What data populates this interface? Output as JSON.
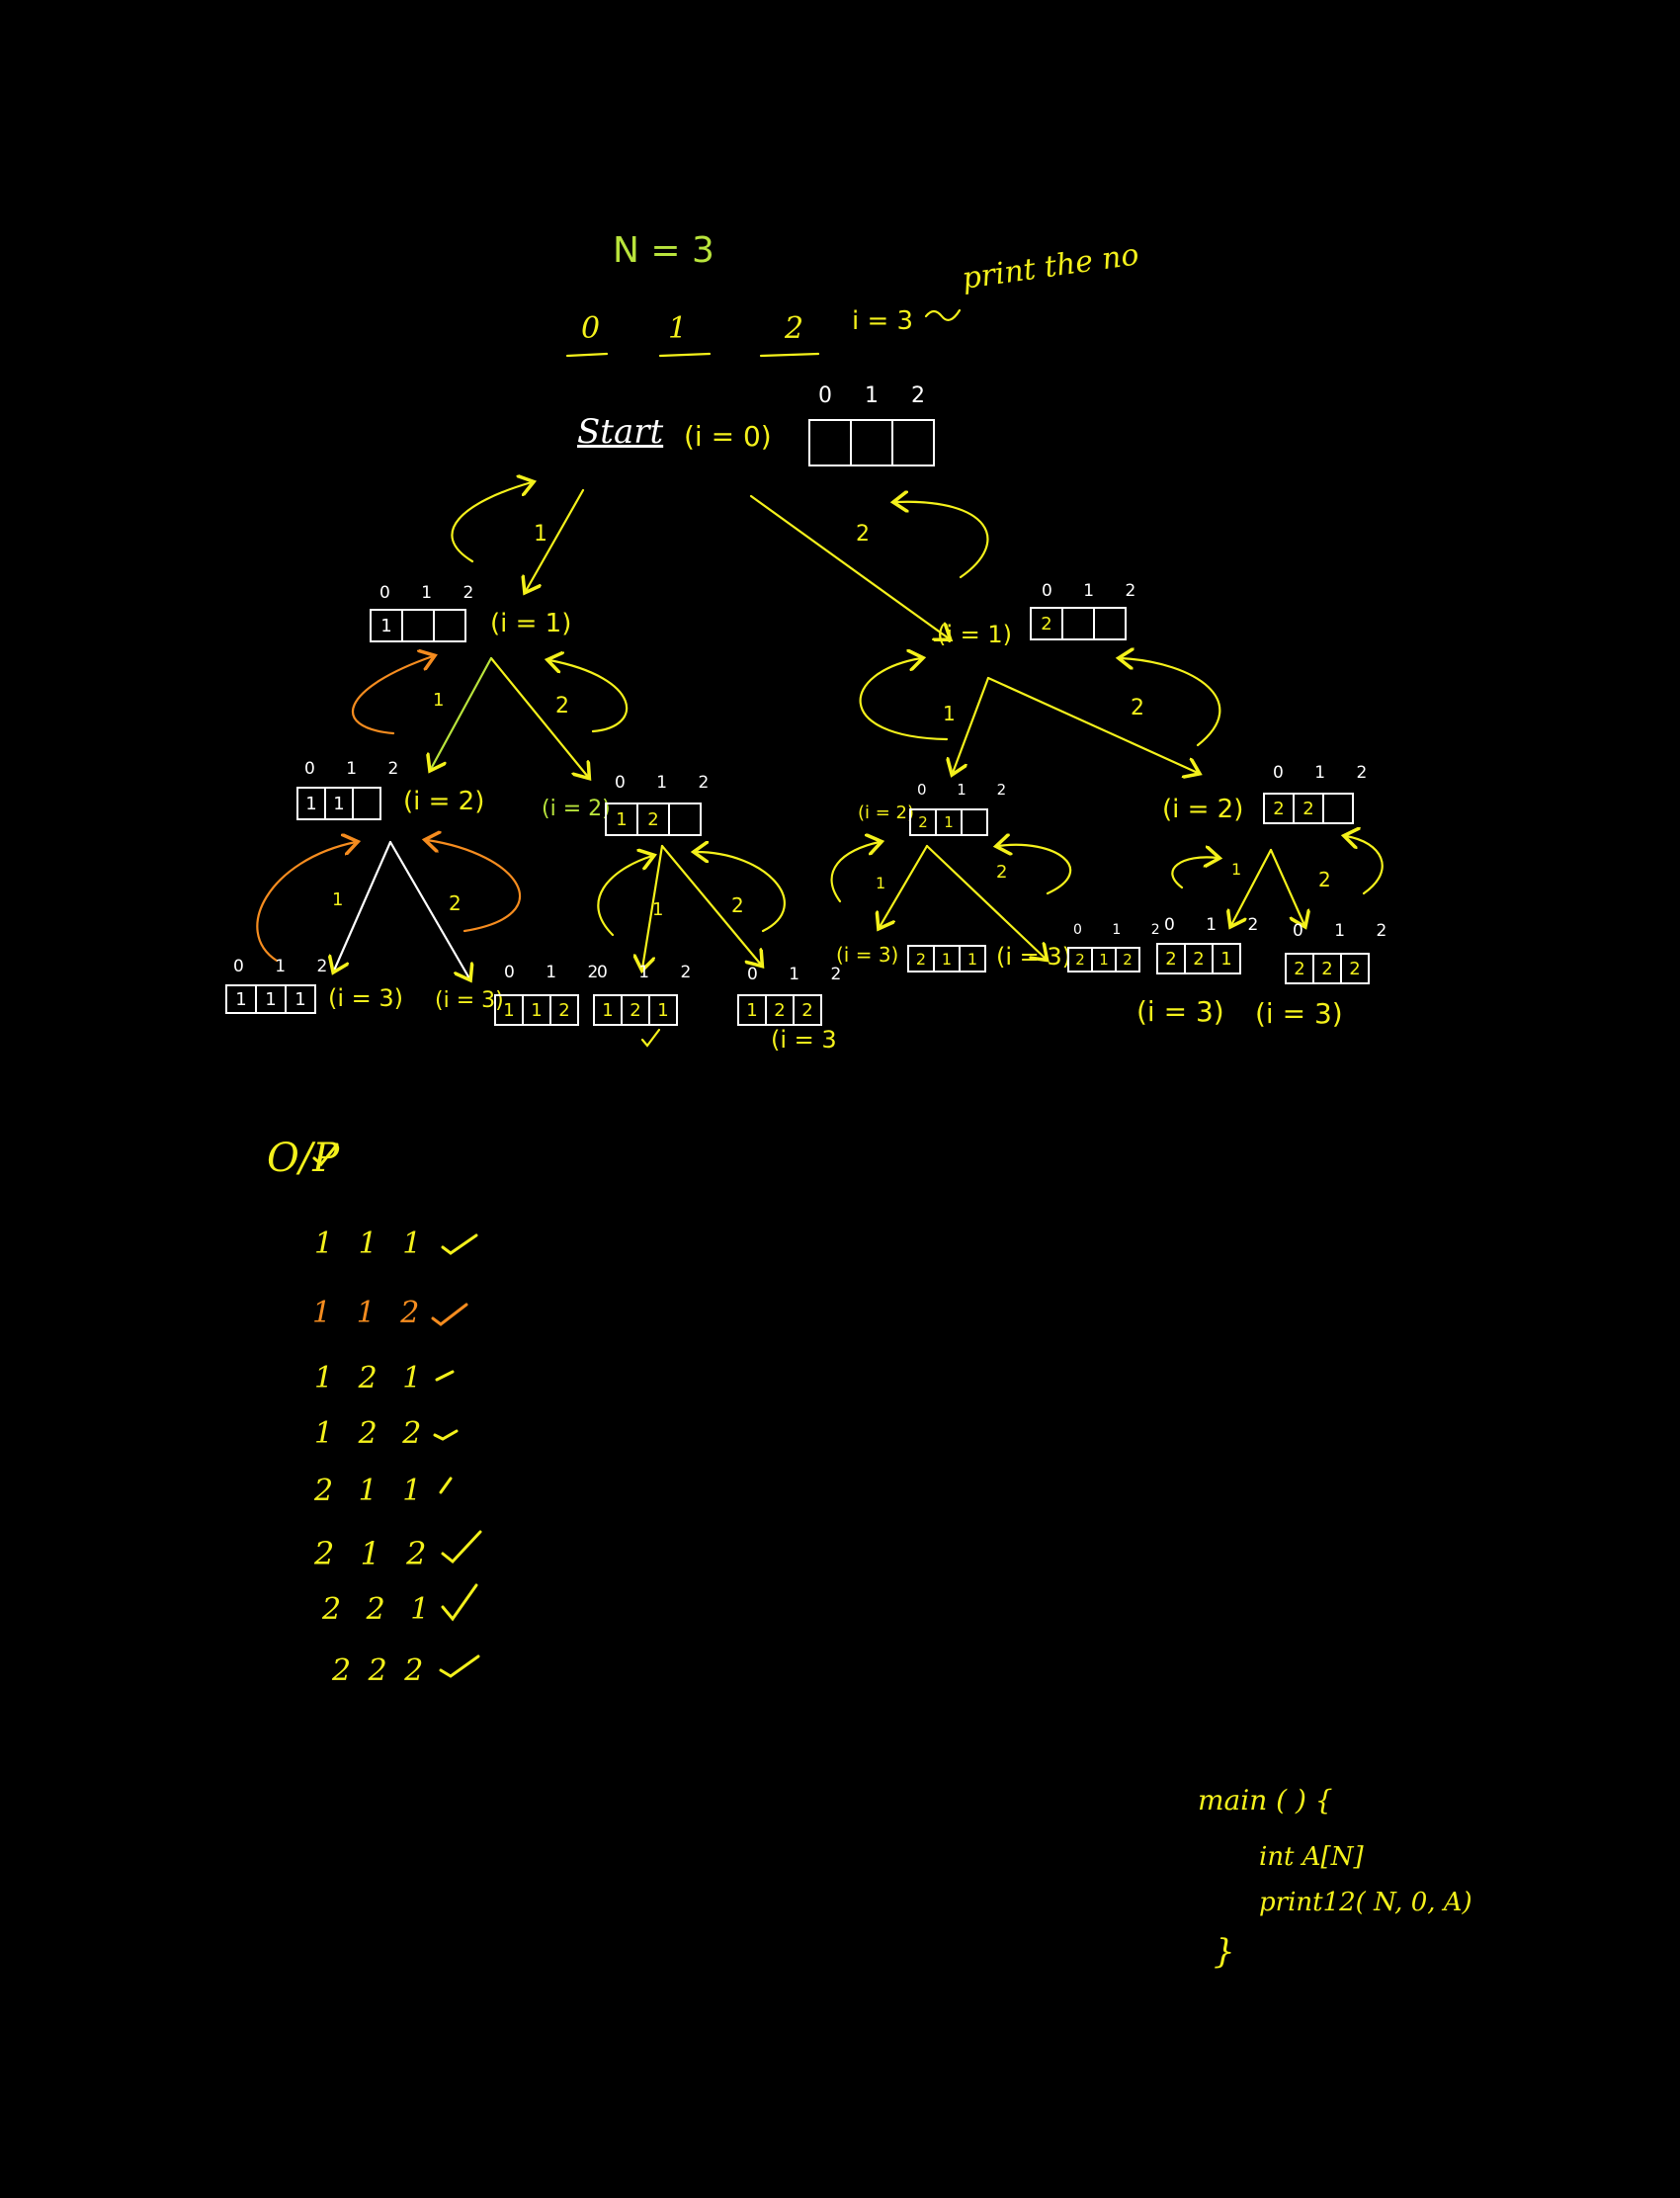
{
  "header": {
    "n_label": "N = 3",
    "slots": [
      "0",
      "1",
      "2"
    ],
    "base_case": "i = 3",
    "base_case_note": "print the no"
  },
  "root": {
    "label": "Start",
    "call": "(i = 0)",
    "indices": "0 1 2",
    "cells": [
      "",
      "",
      ""
    ]
  },
  "edge_labels": {
    "root_left": "1",
    "root_right": "2",
    "l1_left": "1",
    "l1_right": "2",
    "r1_left": "1",
    "r1_right": "2",
    "l2a_left": "1",
    "l2a_right": "2",
    "l2b_left": "1",
    "l2b_right": "2",
    "r2a_left": "1",
    "r2a_right": "2",
    "r2b_left": "1",
    "r2b_right": "2"
  },
  "level1": {
    "left": {
      "indices": "0 1 2",
      "cells": [
        "1",
        "",
        ""
      ],
      "call": "(i = 1)"
    },
    "right": {
      "indices": "0 1 2",
      "cells": [
        "2",
        "",
        ""
      ],
      "call": "(i = 1)"
    }
  },
  "level2": {
    "ll": {
      "indices": "0 1 2",
      "cells": [
        "1",
        "1",
        ""
      ],
      "call": "(i = 2)"
    },
    "lr": {
      "indices": "0 1 2",
      "cells": [
        "1",
        "2",
        ""
      ],
      "call": "(i = 2)"
    },
    "rl": {
      "indices": "0 1 2",
      "cells": [
        "2",
        "1",
        ""
      ],
      "call": "(i = 2)"
    },
    "rr": {
      "indices": "0 1 2",
      "cells": [
        "2",
        "2",
        ""
      ],
      "call": "(i = 2)"
    }
  },
  "leaves": [
    {
      "indices": "0 1 2",
      "cells": [
        "1",
        "1",
        "1"
      ],
      "call": "(i = 3)"
    },
    {
      "indices": "0 1 2",
      "cells": [
        "1",
        "1",
        "2"
      ],
      "call": "(i = 3)"
    },
    {
      "indices": "0 1 2",
      "cells": [
        "1",
        "2",
        "1"
      ],
      "call": ""
    },
    {
      "indices": "0 1 2",
      "cells": [
        "1",
        "2",
        "2"
      ],
      "call": "(i = 3"
    },
    {
      "indices": "",
      "cells": [
        "2",
        "1",
        "1"
      ],
      "call": "(i = 3)"
    },
    {
      "indices": "0 1 2",
      "cells": [
        "2",
        "1",
        "2"
      ],
      "call": "(i = 3)"
    },
    {
      "indices": "0 1 2",
      "cells": [
        "2",
        "2",
        "1"
      ],
      "call": "(i = 3)"
    },
    {
      "indices": "0 1 2",
      "cells": [
        "2",
        "2",
        "2"
      ],
      "call": "(i = 3)"
    }
  ],
  "output": {
    "title": "O/P",
    "rows": [
      "1 1 1",
      "1 1 2",
      "1 2 1",
      "1 2 2",
      "2 1 1",
      "2 1 2",
      "2 2 1",
      "2 2 2"
    ]
  },
  "code": {
    "line1": "main ( ) {",
    "line2": "int A[N]",
    "line3": "print12( N, 0, A)",
    "line4": "}"
  },
  "colors": {
    "background": "#000000",
    "white": "#ffffff",
    "yellow": "#f4f11b",
    "green": "#b9e43c",
    "orange": "#f58c1f"
  }
}
